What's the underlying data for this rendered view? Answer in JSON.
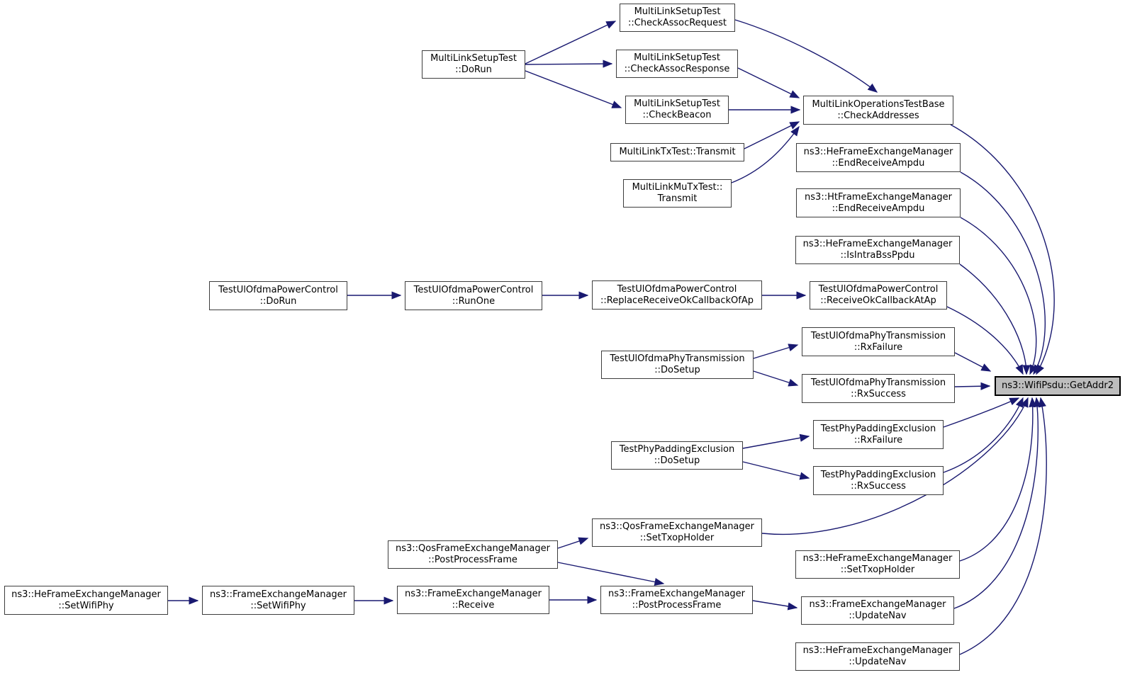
{
  "diagram": {
    "kind": "doxygen-call-graph",
    "target_function": "ns3::WifiPsdu::GetAddr2",
    "colors": {
      "background": "#ffffff",
      "edge": "#191970",
      "node_border": "#3d3d3d",
      "node_fill": "#ffffff",
      "node_text": "#000000",
      "target_fill": "#bdbdbd",
      "target_border": "#000000"
    }
  },
  "nodes": {
    "check_assoc_request": {
      "line1": "MultiLinkSetupTest",
      "line2": "::CheckAssocRequest"
    },
    "setup_dorun": {
      "line1": "MultiLinkSetupTest",
      "line2": "::DoRun"
    },
    "check_assoc_response": {
      "line1": "MultiLinkSetupTest",
      "line2": "::CheckAssocResponse"
    },
    "check_beacon": {
      "line1": "MultiLinkSetupTest",
      "line2": "::CheckBeacon"
    },
    "check_addresses": {
      "line1": "MultiLinkOperationsTestBase",
      "line2": "::CheckAddresses"
    },
    "tx_transmit": {
      "line1": "MultiLinkTxTest::Transmit"
    },
    "mutx_transmit": {
      "line1": "MultiLinkMuTxTest::",
      "line2": "Transmit"
    },
    "he_end_receive_ampdu": {
      "line1": "ns3::HeFrameExchangeManager",
      "line2": "::EndReceiveAmpdu"
    },
    "ht_end_receive_ampdu": {
      "line1": "ns3::HtFrameExchangeManager",
      "line2": "::EndReceiveAmpdu"
    },
    "is_intra_bss_ppdu": {
      "line1": "ns3::HeFrameExchangeManager",
      "line2": "::IsIntraBssPpdu"
    },
    "power_dorun": {
      "line1": "TestUlOfdmaPowerControl",
      "line2": "::DoRun"
    },
    "power_runone": {
      "line1": "TestUlOfdmaPowerControl",
      "line2": "::RunOne"
    },
    "power_replace_cb": {
      "line1": "TestUlOfdmaPowerControl",
      "line2": "::ReplaceReceiveOkCallbackOfAp"
    },
    "power_receive_cb": {
      "line1": "TestUlOfdmaPowerControl",
      "line2": "::ReceiveOkCallbackAtAp"
    },
    "phy_dosetup": {
      "line1": "TestUlOfdmaPhyTransmission",
      "line2": "::DoSetup"
    },
    "phy_rxfailure": {
      "line1": "TestUlOfdmaPhyTransmission",
      "line2": "::RxFailure"
    },
    "phy_rxsuccess": {
      "line1": "TestUlOfdmaPhyTransmission",
      "line2": "::RxSuccess"
    },
    "pad_dosetup": {
      "line1": "TestPhyPaddingExclusion",
      "line2": "::DoSetup"
    },
    "pad_rxfailure": {
      "line1": "TestPhyPaddingExclusion",
      "line2": "::RxFailure"
    },
    "pad_rxsuccess": {
      "line1": "TestPhyPaddingExclusion",
      "line2": "::RxSuccess"
    },
    "qos_post_process": {
      "line1": "ns3::QosFrameExchangeManager",
      "line2": "::PostProcessFrame"
    },
    "qos_set_txop": {
      "line1": "ns3::QosFrameExchangeManager",
      "line2": "::SetTxopHolder"
    },
    "he_set_txop": {
      "line1": "ns3::HeFrameExchangeManager",
      "line2": "::SetTxopHolder"
    },
    "he_set_wifi_phy": {
      "line1": "ns3::HeFrameExchangeManager",
      "line2": "::SetWifiPhy"
    },
    "fem_set_wifi_phy": {
      "line1": "ns3::FrameExchangeManager",
      "line2": "::SetWifiPhy"
    },
    "fem_receive": {
      "line1": "ns3::FrameExchangeManager",
      "line2": "::Receive"
    },
    "fem_post_process": {
      "line1": "ns3::FrameExchangeManager",
      "line2": "::PostProcessFrame"
    },
    "fem_update_nav": {
      "line1": "ns3::FrameExchangeManager",
      "line2": "::UpdateNav"
    },
    "he_update_nav": {
      "line1": "ns3::HeFrameExchangeManager",
      "line2": "::UpdateNav"
    },
    "target": {
      "line1": "ns3::WifiPsdu::GetAddr2"
    }
  },
  "edges": [
    {
      "from": "setup_dorun",
      "to": "check_assoc_request"
    },
    {
      "from": "setup_dorun",
      "to": "check_assoc_response"
    },
    {
      "from": "setup_dorun",
      "to": "check_beacon"
    },
    {
      "from": "check_assoc_request",
      "to": "check_addresses"
    },
    {
      "from": "check_assoc_response",
      "to": "check_addresses"
    },
    {
      "from": "check_beacon",
      "to": "check_addresses"
    },
    {
      "from": "tx_transmit",
      "to": "check_addresses"
    },
    {
      "from": "mutx_transmit",
      "to": "check_addresses"
    },
    {
      "from": "check_addresses",
      "to": "target"
    },
    {
      "from": "he_end_receive_ampdu",
      "to": "target"
    },
    {
      "from": "ht_end_receive_ampdu",
      "to": "target"
    },
    {
      "from": "is_intra_bss_ppdu",
      "to": "target"
    },
    {
      "from": "power_dorun",
      "to": "power_runone"
    },
    {
      "from": "power_runone",
      "to": "power_replace_cb"
    },
    {
      "from": "power_replace_cb",
      "to": "power_receive_cb"
    },
    {
      "from": "power_receive_cb",
      "to": "target"
    },
    {
      "from": "phy_dosetup",
      "to": "phy_rxfailure"
    },
    {
      "from": "phy_dosetup",
      "to": "phy_rxsuccess"
    },
    {
      "from": "phy_rxfailure",
      "to": "target"
    },
    {
      "from": "phy_rxsuccess",
      "to": "target"
    },
    {
      "from": "pad_dosetup",
      "to": "pad_rxfailure"
    },
    {
      "from": "pad_dosetup",
      "to": "pad_rxsuccess"
    },
    {
      "from": "pad_rxfailure",
      "to": "target"
    },
    {
      "from": "pad_rxsuccess",
      "to": "target"
    },
    {
      "from": "qos_post_process",
      "to": "qos_set_txop"
    },
    {
      "from": "qos_post_process",
      "to": "fem_post_process"
    },
    {
      "from": "qos_set_txop",
      "to": "target"
    },
    {
      "from": "he_set_txop",
      "to": "target"
    },
    {
      "from": "he_set_wifi_phy",
      "to": "fem_set_wifi_phy"
    },
    {
      "from": "fem_set_wifi_phy",
      "to": "fem_receive"
    },
    {
      "from": "fem_receive",
      "to": "fem_post_process"
    },
    {
      "from": "fem_post_process",
      "to": "fem_update_nav"
    },
    {
      "from": "fem_update_nav",
      "to": "target"
    },
    {
      "from": "he_update_nav",
      "to": "target"
    }
  ]
}
